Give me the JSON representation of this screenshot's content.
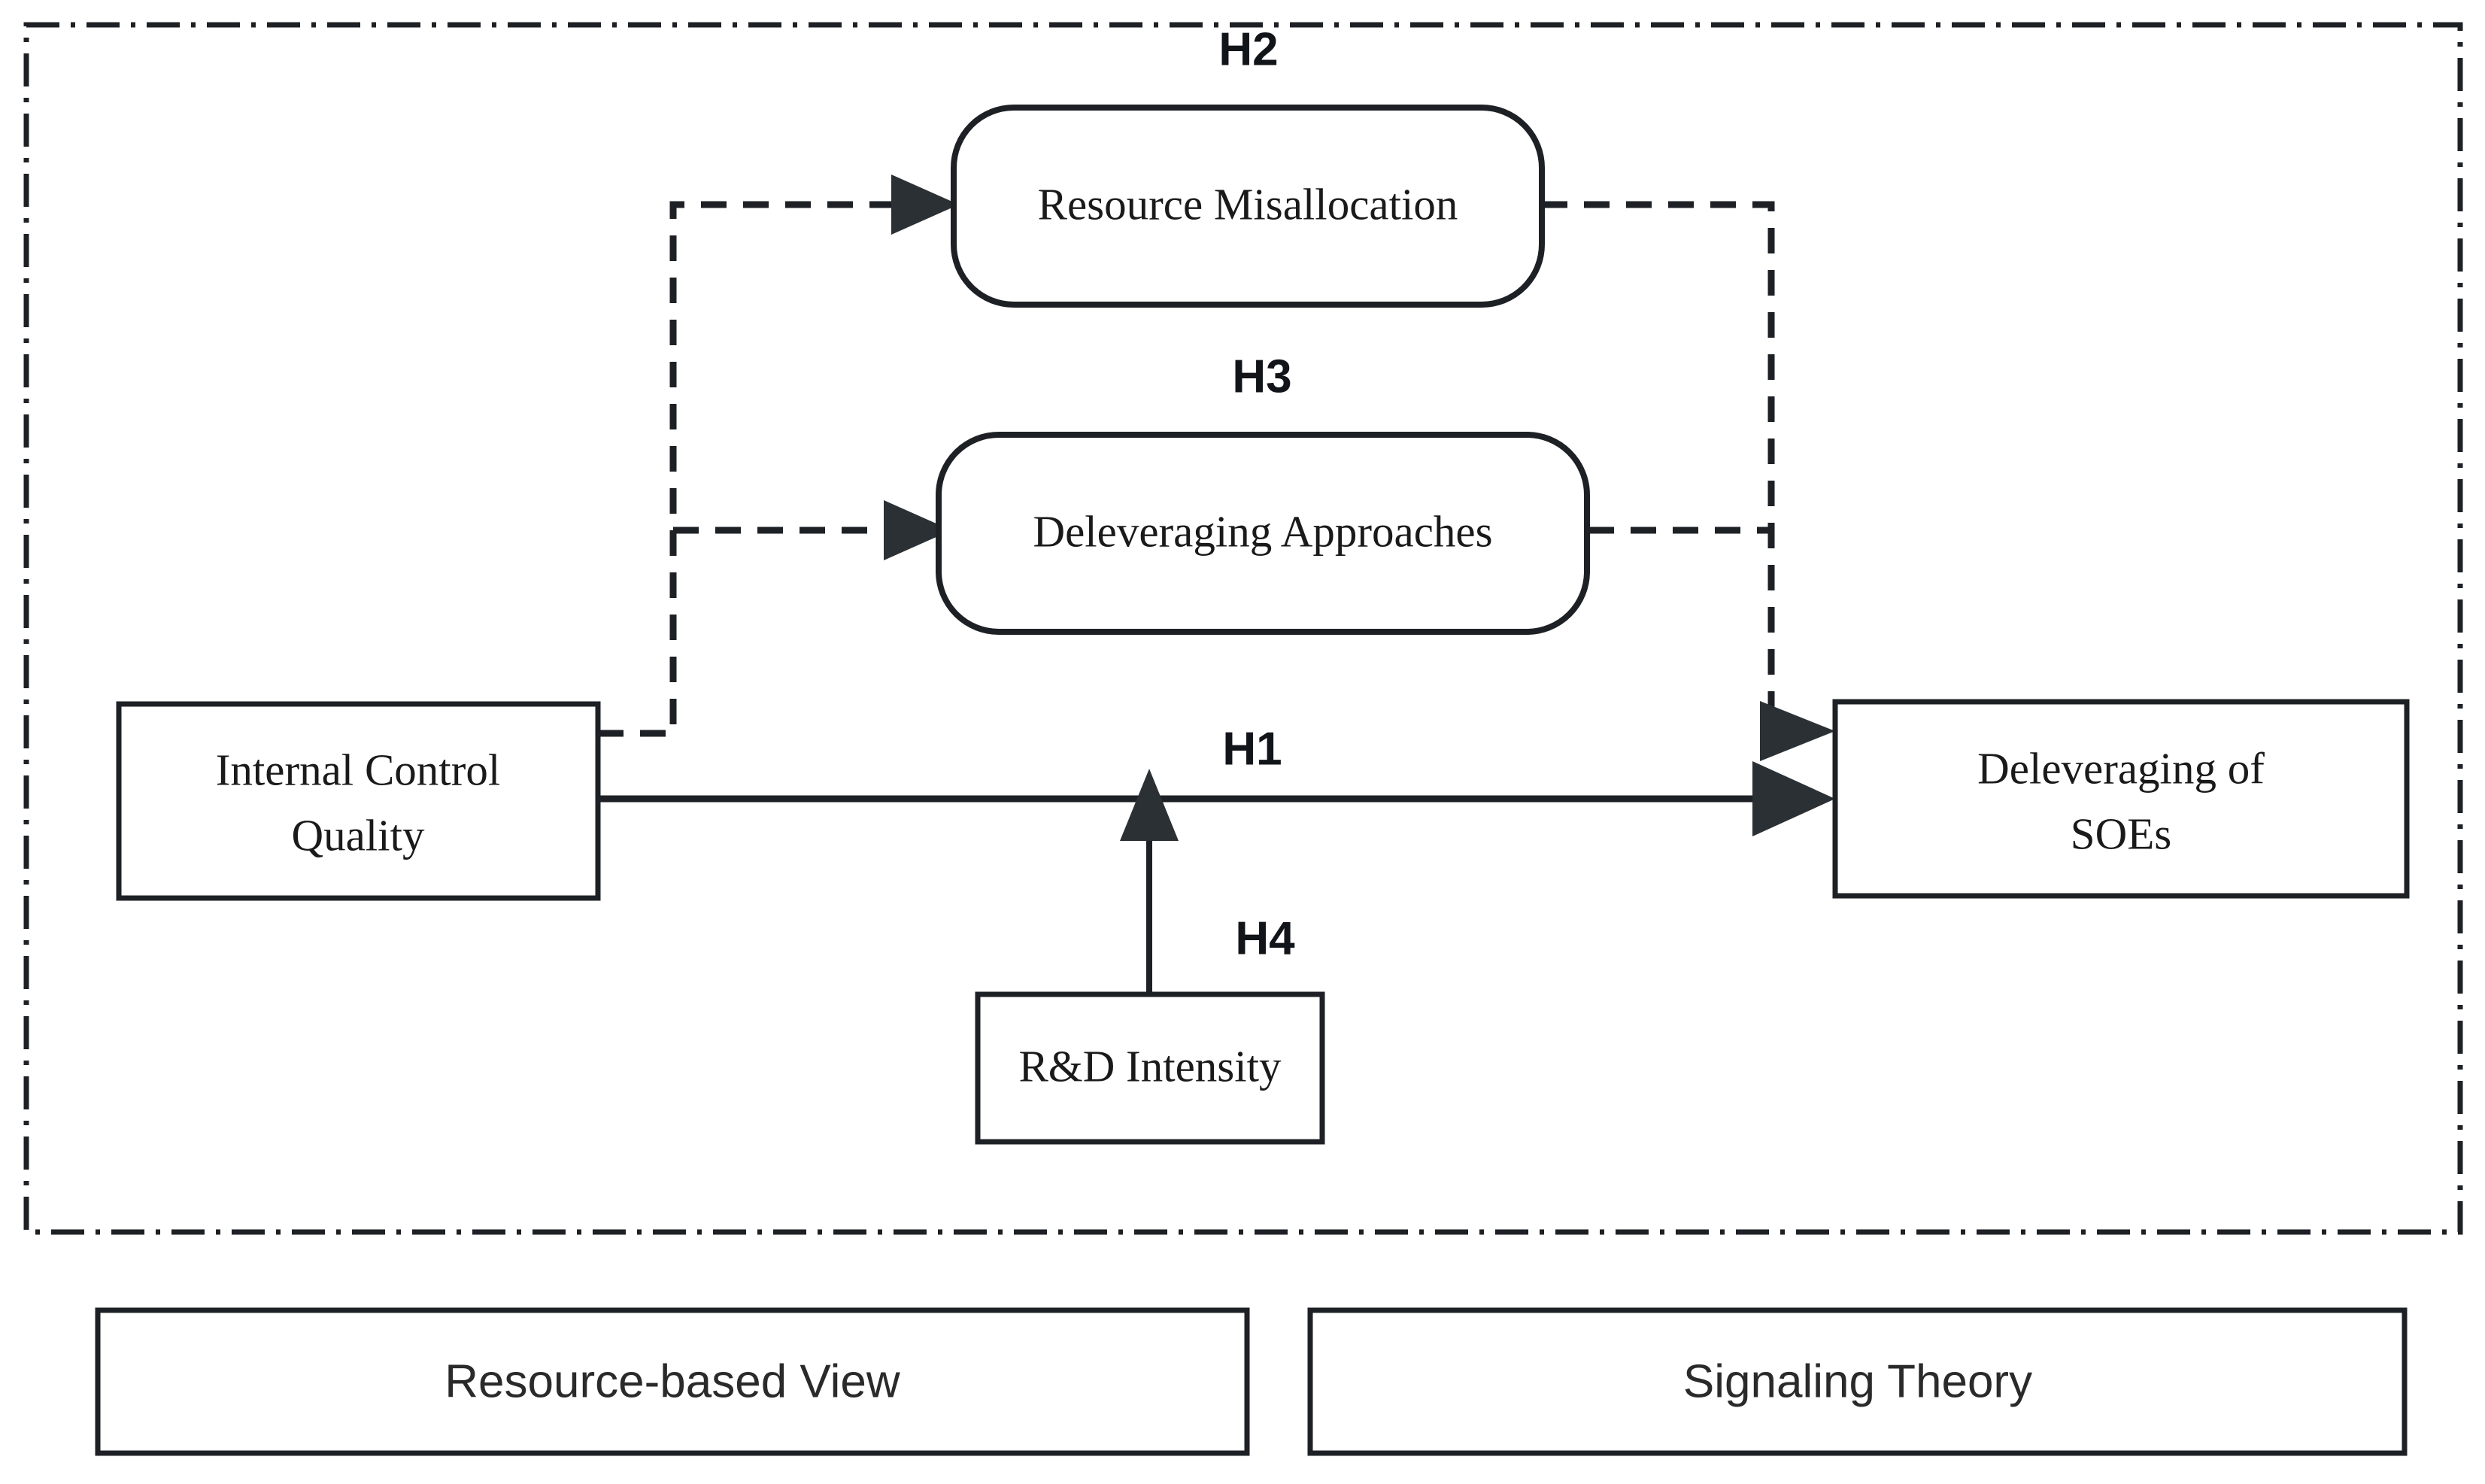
{
  "figure": {
    "type": "conceptual-research-model",
    "boundary_style": "dash-dot",
    "colors": {
      "stroke": "#1d2125",
      "fill": "#ffffff",
      "text": "#1a1a1a",
      "arrow": "#2b3034"
    }
  },
  "nodes": {
    "internal_control": {
      "label_line1": "Internal Control",
      "label_line2": "Quality",
      "shape": "rectangle",
      "role": "independent-variable"
    },
    "resource_misallocation": {
      "label": "Resource Misallocation",
      "shape": "rounded-rectangle",
      "role": "mediator"
    },
    "deleveraging_approaches": {
      "label": "Deleveraging Approaches",
      "shape": "rounded-rectangle",
      "role": "mediator"
    },
    "rd_intensity": {
      "label": "R&D Intensity",
      "shape": "rectangle",
      "role": "moderator"
    },
    "deleveraging_soes": {
      "label_line1": "Deleveraging of",
      "label_line2": "SOEs",
      "shape": "rectangle",
      "role": "dependent-variable"
    }
  },
  "hypotheses": {
    "h1": {
      "label": "H1",
      "path": "Internal Control Quality -> Deleveraging of SOEs",
      "line": "solid"
    },
    "h2": {
      "label": "H2",
      "path": "Internal Control Quality -> Resource Misallocation -> Deleveraging of SOEs",
      "line": "dashed"
    },
    "h3": {
      "label": "H3",
      "path": "Internal Control Quality -> Deleveraging Approaches -> Deleveraging of SOEs",
      "line": "dashed"
    },
    "h4": {
      "label": "H4",
      "path": "R&D Intensity moderates H1",
      "line": "solid"
    }
  },
  "theories": {
    "left": {
      "label": "Resource-based View"
    },
    "right": {
      "label": "Signaling Theory"
    }
  }
}
